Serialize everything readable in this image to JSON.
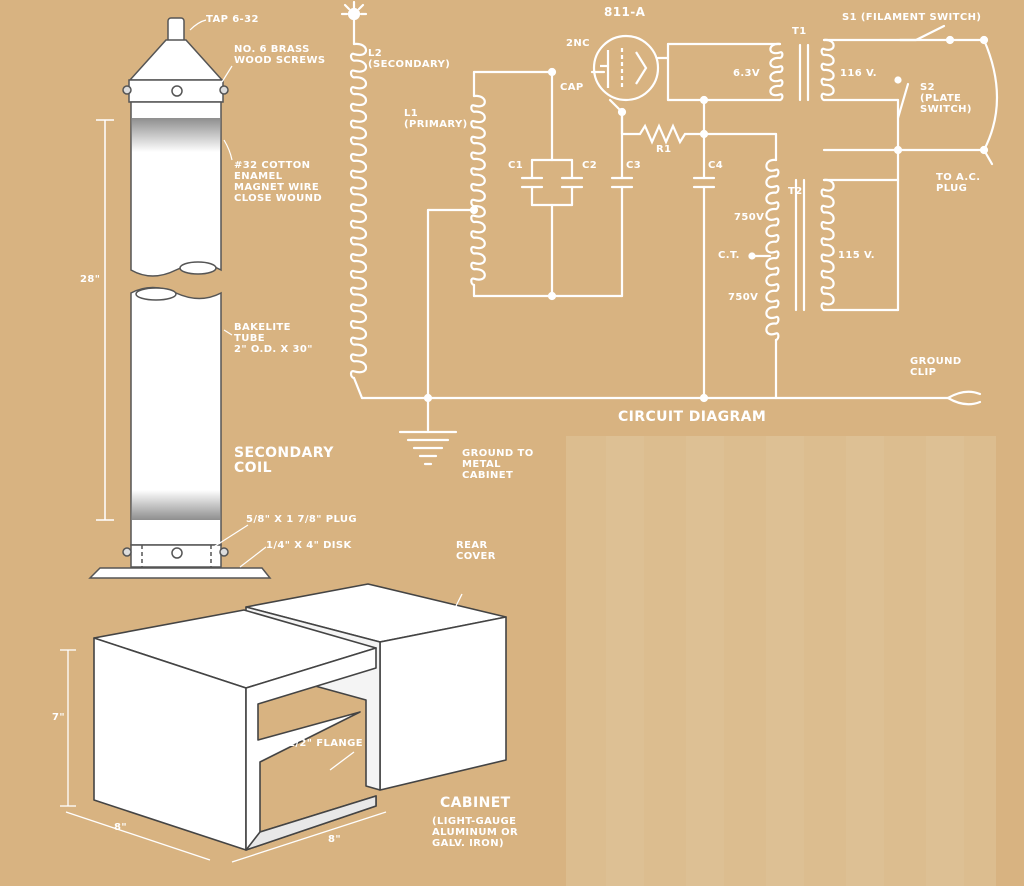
{
  "coil": {
    "tap": "TAP 6-32",
    "screws": "NO. 6 BRASS\nWOOD SCREWS",
    "wire": "#32 COTTON\nENAMEL\nMAGNET WIRE\nCLOSE WOUND",
    "height": "28\"",
    "tube": "BAKELITE\nTUBE\n2\" O.D. x 30\"",
    "title": "SECONDARY\nCOIL",
    "plug": "5/8\" x 1 7/8\" PLUG",
    "disk": "1/4\" x 4\" DISK"
  },
  "circuit": {
    "tube": "811-A",
    "rfc": "2NC",
    "cap": "CAP",
    "l2": "L2\n(SECONDARY)",
    "l1": "L1\n(PRIMARY)",
    "c1": "C1",
    "c2": "C2",
    "c3": "C3",
    "c4": "C4",
    "r1": "R1",
    "t1": "T1",
    "t2": "T2",
    "v63": "6.3V",
    "v116": "116 V.",
    "v115": "115 V.",
    "v750a": "750V",
    "ct": "C.T.",
    "v750b": "750V",
    "s1": "S1 (FILAMENT SWITCH)",
    "s2": "S2\n(PLATE\nSWITCH)",
    "ac": "TO A.C.\nPLUG",
    "gclip": "GROUND\nCLIP",
    "title": "CIRCUIT DIAGRAM",
    "gcab": "GROUND TO\nMETAL\nCABINET"
  },
  "cabinet": {
    "rear": "REAR\nCOVER",
    "h": "7\"",
    "flange": "1/2\" FLANGE",
    "d": "8\"",
    "w": "8\"",
    "title": "CABINET",
    "material": "(LIGHT-GAUGE\nALUMINUM OR\nGALV. IRON)"
  },
  "colors": {
    "paper": "#d8b381",
    "ink": "#ffffff",
    "shade": "#9a9a9a"
  }
}
